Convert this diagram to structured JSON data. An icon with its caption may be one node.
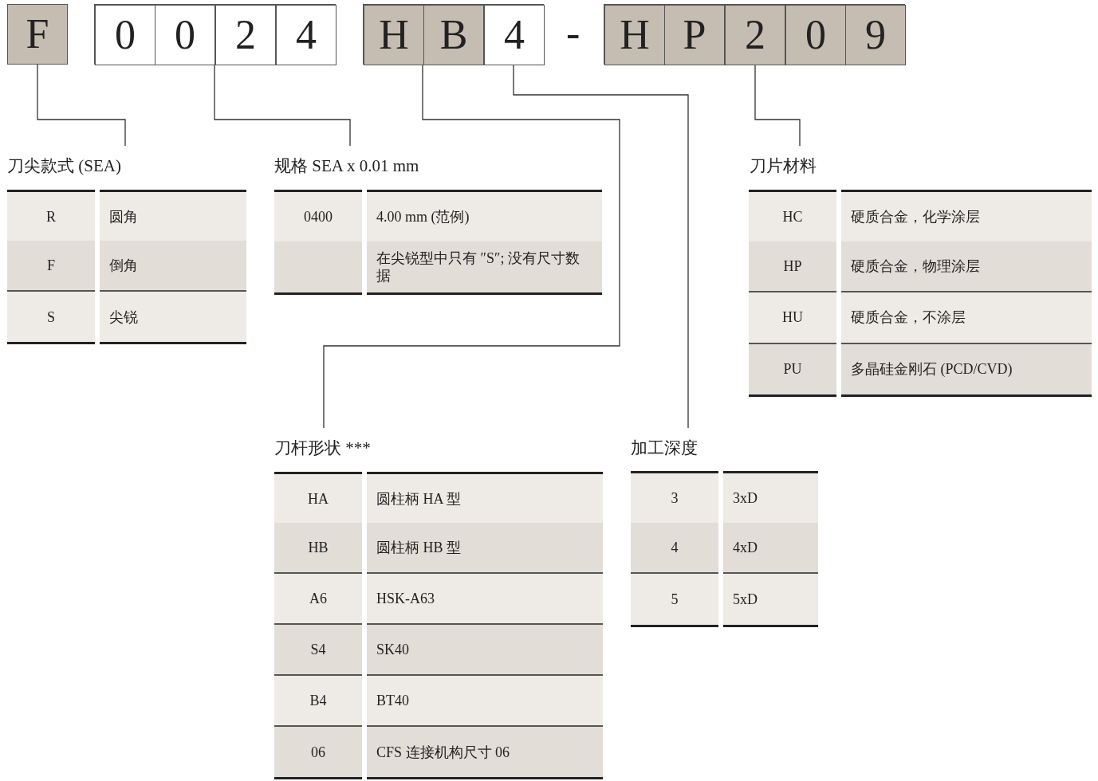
{
  "diagram": {
    "nodes": [
      {
        "text": [
          "F"
        ]
      },
      {
        "text": [],
        "shape": "box"
      },
      {
        "text": [
          "0"
        ],
        "in": 1
      },
      {
        "text": [
          "0"
        ],
        "in": 1
      },
      {
        "text": [
          "2"
        ],
        "in": 1
      },
      {
        "text": [
          "4"
        ],
        "in": 1
      },
      {
        "text": [],
        "shape": "box"
      },
      {
        "text": [
          "H"
        ],
        "in": 6
      },
      {
        "text": [
          "B"
        ],
        "in": 6
      },
      {
        "text": [
          "4"
        ],
        "in": 6
      },
      {
        "text": [],
        "shape": "box"
      },
      {
        "text": [
          "H"
        ],
        "in": 10
      },
      {
        "text": [
          "P"
        ],
        "in": 10
      },
      {
        "text": [
          "2"
        ],
        "in": 10
      },
      {
        "text": [
          "0"
        ],
        "in": 10
      },
      {
        "text": [
          "9"
        ],
        "in": 10
      },
      {
        "text": [
          "刀尖款式 (SEA)"
        ]
      },
      {
        "text": [
          "规格 SEA x 0.01 mm"
        ]
      },
      {
        "text": [
          "刀片材料"
        ]
      },
      {
        "text": [
          "刀杆形状 ***"
        ]
      },
      {
        "text": [
          "加工深度"
        ]
      }
    ],
    "edges": [
      {
        "from": 0,
        "to": 16,
        "arrow": "none"
      },
      {
        "from": 1,
        "to": 17,
        "arrow": "none"
      },
      {
        "from": 6,
        "to": 19,
        "arrow": "none"
      },
      {
        "from": 9,
        "to": 20,
        "arrow": "none"
      },
      {
        "from": 13,
        "to": 18,
        "arrow": "none"
      }
    ],
    "labels": [
      "-",
      "R",
      "圆角",
      "F",
      "倒角",
      "S",
      "尖锐",
      "0400",
      "4.00 mm (范例)",
      "在尖锐型中只有 ″S″; 没有尺寸数据",
      "HC",
      "硬质合金，化学涂层",
      "HP",
      "硬质合金，物理涂层",
      "HU",
      "硬质合金，不涂层",
      "PU",
      "多晶硅金刚石 (PCD/CVD)",
      "HA",
      "圆柱柄 HA 型",
      "HB",
      "圆柱柄 HB 型",
      "A6",
      "HSK-A63",
      "S4",
      "SK40",
      "B4",
      "BT40",
      "06",
      "CFS 连接机构尺寸 06",
      "3",
      "3xD",
      "4",
      "4xD",
      "5",
      "5xD"
    ]
  }
}
